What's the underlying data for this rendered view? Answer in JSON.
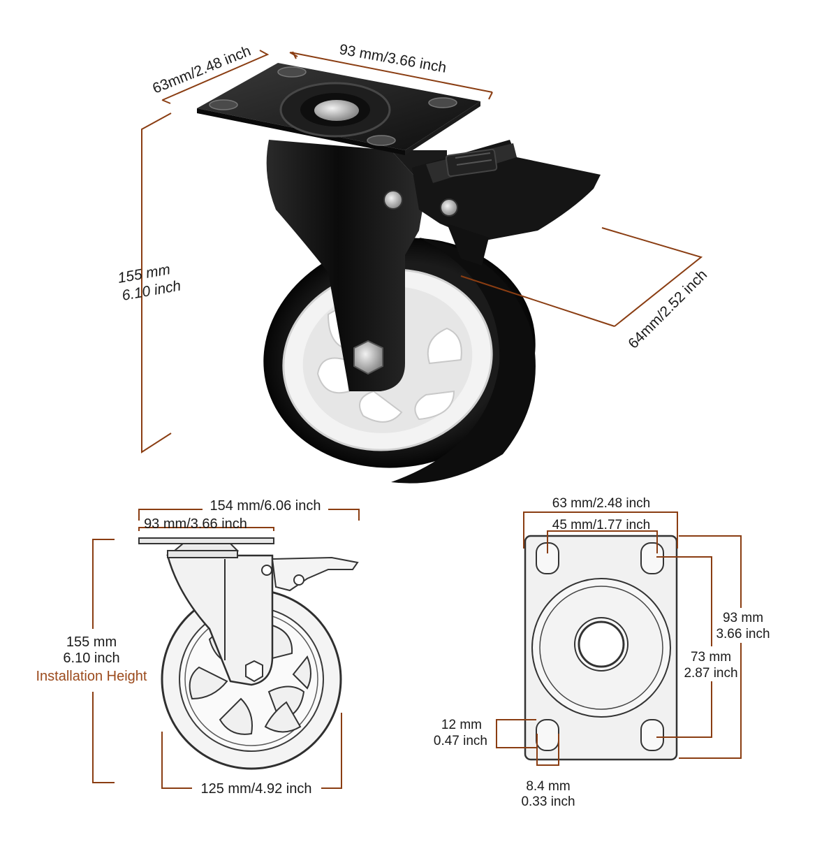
{
  "colors": {
    "dimension_line": "#8a3d12",
    "label_text": "#1a1a1a",
    "highlight_text": "#9b4a1c",
    "caster_metal": "#121212",
    "wheel_core": "#f1f1f1",
    "outline_gray": "#3a3a3a"
  },
  "top_view": {
    "plate_depth": "63mm/2.48 inch",
    "plate_width": "93 mm/3.66 inch",
    "height_mm": "155 mm",
    "height_inch": "6.10 inch",
    "wheel_width": "64mm/2.52 inch"
  },
  "side_view": {
    "overall_length": "154 mm/6.06 inch",
    "plate_length": "93 mm/3.66 inch",
    "height_mm": "155 mm",
    "height_inch": "6.10 inch",
    "height_caption": "Installation  Height",
    "wheel_diameter": "125 mm/4.92 inch"
  },
  "plate_view": {
    "plate_width": "63 mm/2.48 inch",
    "hole_spacing_w": "45 mm/1.77 inch",
    "plate_length_mm": "93 mm",
    "plate_length_inch": "3.66 inch",
    "hole_spacing_l_mm": "73 mm",
    "hole_spacing_l_inch": "2.87 inch",
    "slot_length_mm": "12 mm",
    "slot_length_inch": "0.47 inch",
    "slot_width_mm": "8.4 mm",
    "slot_width_inch": "0.33 inch"
  }
}
